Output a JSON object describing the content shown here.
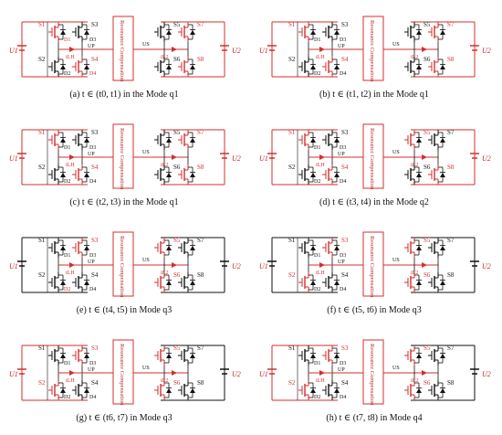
{
  "colors": {
    "active": "#d32f2f",
    "inactive": "#111111",
    "background": "#ffffff"
  },
  "labels": {
    "compensation": "Resonance Compensation",
    "u1": "U1",
    "u2": "U2",
    "up": "UP",
    "us": "US",
    "ip": "iLH",
    "is": "iL2"
  },
  "panels": [
    {
      "id": "a",
      "caption": "(a) t ∈ (t0, t1) in the Mode q1",
      "active": [
        "S1",
        "S4",
        "S7",
        "S8",
        "D1",
        "D4",
        "left_rail",
        "right_rail",
        "comp",
        "ip_arrow"
      ]
    },
    {
      "id": "b",
      "caption": "(b) t ∈ (t1, t2) in the Mode q1",
      "active": [
        "S1",
        "S4",
        "S7",
        "S8",
        "left_rail",
        "right_rail",
        "comp",
        "ip_arrow",
        "is_arrow"
      ]
    },
    {
      "id": "c",
      "caption": "(c) t ∈ (t2, t3) in the Mode q1",
      "active": [
        "S1",
        "S4",
        "S7",
        "S8",
        "left_rail",
        "right_rail",
        "comp",
        "ip_arrow",
        "is_arrow"
      ]
    },
    {
      "id": "d",
      "caption": "(d) t ∈ (t3, t4) in the Mode q2",
      "active": [
        "S1",
        "S4",
        "S5",
        "S8",
        "left_rail",
        "right_rail",
        "comp",
        "ip_arrow",
        "is_arrow"
      ]
    },
    {
      "id": "e",
      "caption": "(e) t ∈ (t4, t5) in Mode q3",
      "active": [
        "S3",
        "D2",
        "S5",
        "S6",
        "comp",
        "ip_arrow",
        "is_arrow"
      ]
    },
    {
      "id": "f",
      "caption": "(f) t ∈ (t5, t6) in Mode q3",
      "active": [
        "S3",
        "S2",
        "S5",
        "S6",
        "comp",
        "ip_arrow",
        "is_arrow"
      ]
    },
    {
      "id": "g",
      "caption": "(g) t ∈ (t6, t7) in Mode q3",
      "active": [
        "S3",
        "S2",
        "S5",
        "S6",
        "left_rail",
        "comp",
        "ip_arrow",
        "is_arrow"
      ]
    },
    {
      "id": "h",
      "caption": "(h) t ∈ (t7, t8) in Mode q4",
      "active": [
        "S3",
        "S2",
        "S5",
        "S6",
        "left_rail",
        "comp",
        "ip_arrow",
        "is_arrow"
      ]
    }
  ]
}
